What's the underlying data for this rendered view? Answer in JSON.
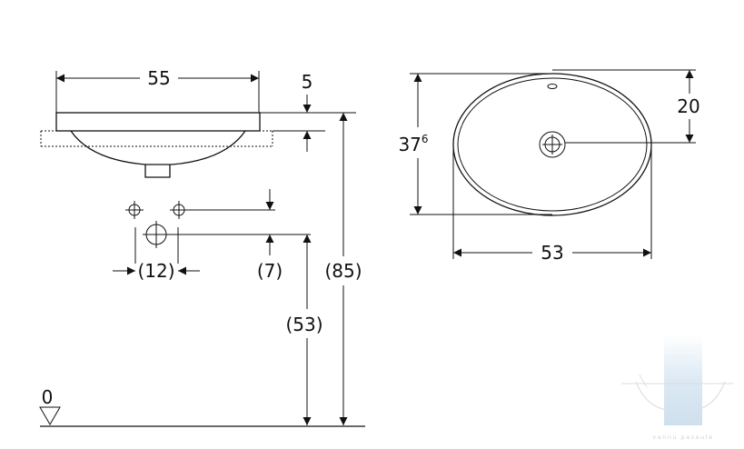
{
  "side_view": {
    "width_label": "55",
    "rim_thickness_label": "5",
    "valve_offset_label": "(7)",
    "valve_spacing_label": "(12)",
    "overall_height_label": "(85)",
    "valve_height_label": "(53)",
    "floor_label": "0"
  },
  "top_view": {
    "depth_main_label": "37",
    "depth_sup_label": "6",
    "drain_offset_label": "20",
    "width_label": "53"
  },
  "watermark": {
    "brand_text": "vannu pasaule",
    "band_color": "#cfe0ee"
  }
}
